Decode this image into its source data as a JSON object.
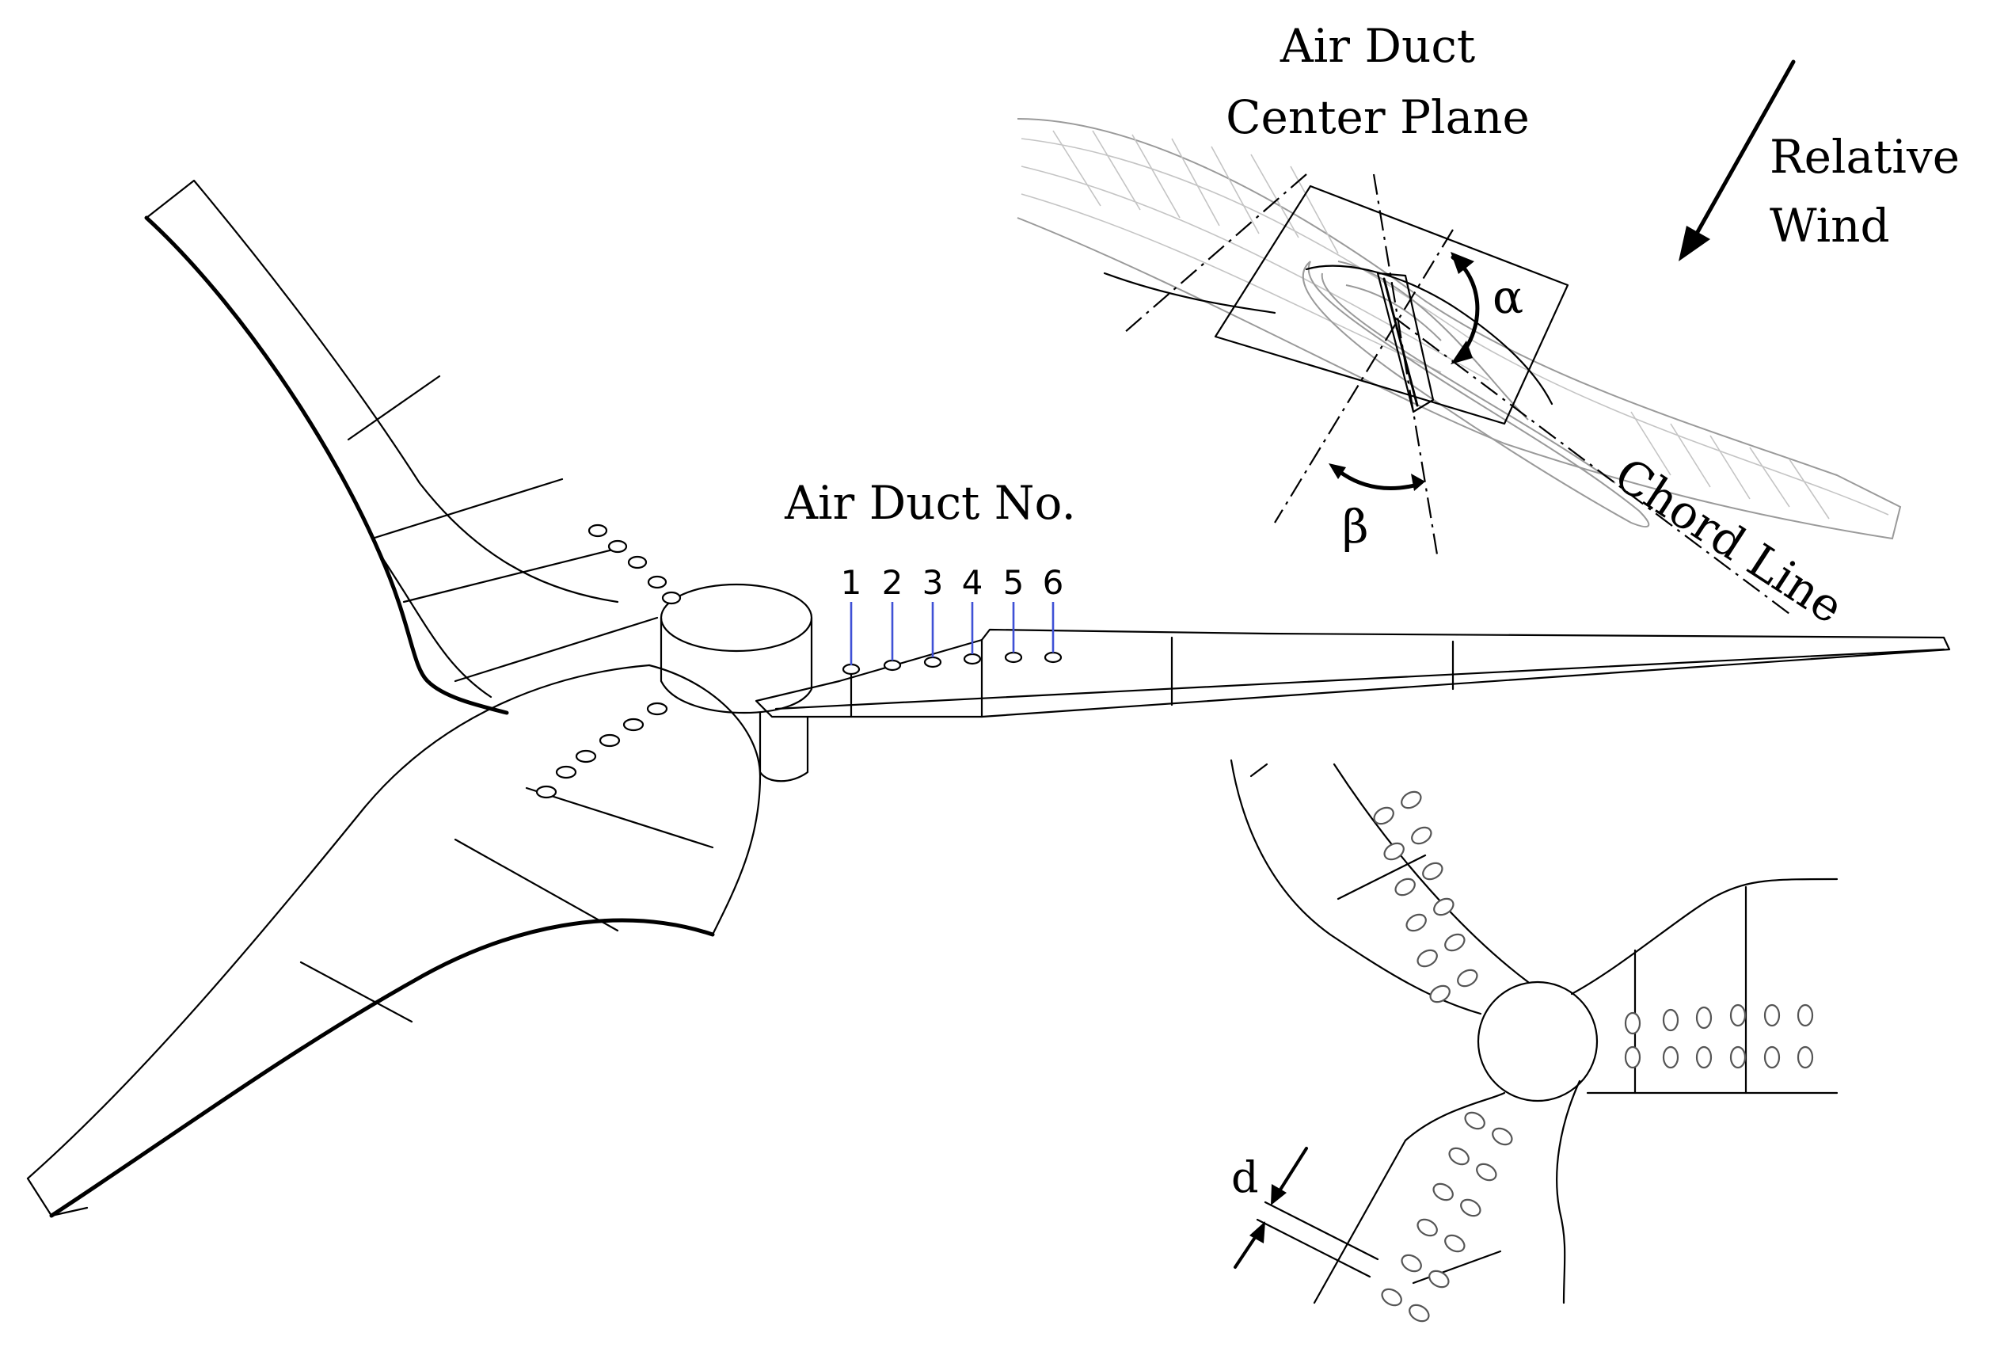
{
  "labels": {
    "air_duct_no": "Air Duct No.",
    "center_plane_line1": "Air Duct",
    "center_plane_line2": "Center Plane",
    "relative_wind_line1": "Relative",
    "relative_wind_line2": "Wind",
    "alpha": "α",
    "beta": "β",
    "chord_line": "Chord Line",
    "d": "d"
  },
  "duct_numbers": [
    "1",
    "2",
    "3",
    "4",
    "5",
    "6"
  ],
  "colors": {
    "leader": "#3f51d6",
    "line": "#000000"
  }
}
